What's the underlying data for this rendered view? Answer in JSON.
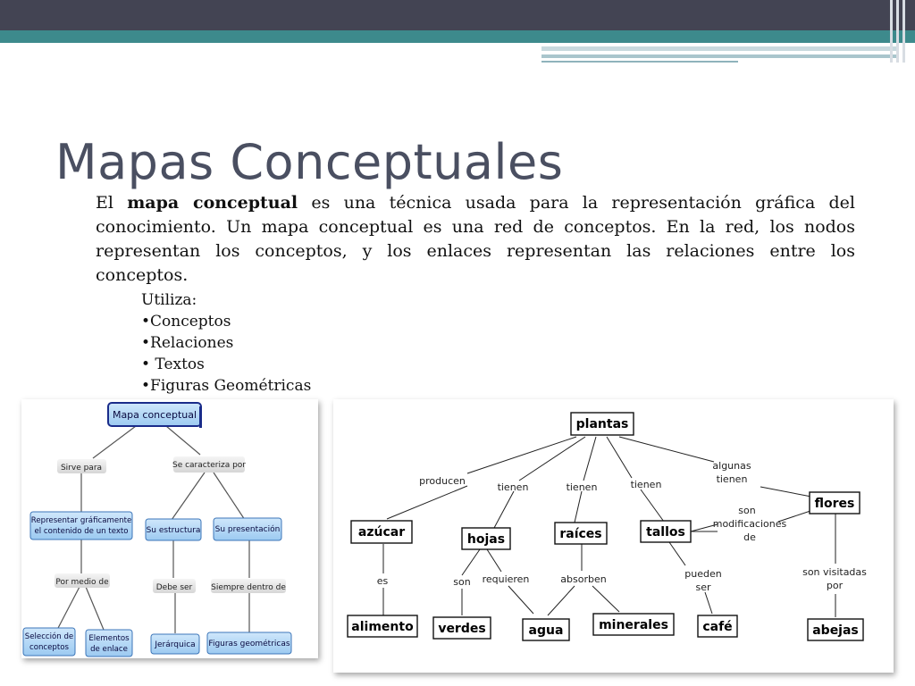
{
  "slide": {
    "title": "Mapas Conceptuales",
    "para_el": "El ",
    "para_bold": "mapa conceptual",
    "para_rest": " es una técnica usada para la representación gráfica del conocimiento. Un mapa conceptual es una red de conceptos. En la red, los nodos representan los conceptos, y los enlaces representan las relaciones entre los conceptos.",
    "list_head": "Utiliza:",
    "list_items": [
      "•Conceptos",
      "•Relaciones",
      "• Textos",
      "•Figuras Geométricas"
    ]
  },
  "left_map": {
    "root": "Mapa conceptual",
    "link_left": "Sirve para",
    "link_right": "Se caracteriza por",
    "node_represent_1": "Representar gráficamente",
    "node_represent_2": "el contenido de un texto",
    "node_estructura": "Su estructura",
    "node_presentacion": "Su presentación",
    "link_medio": "Por medio de",
    "link_debe": "Debe ser",
    "link_siempre": "Siempre dentro de",
    "node_seleccion_1": "Selección de",
    "node_seleccion_2": "conceptos",
    "node_elementos_1": "Elementos",
    "node_elementos_2": "de enlace",
    "node_jerarquica": "Jerárquica",
    "node_figuras": "Figuras geométricas"
  },
  "right_map": {
    "plantas": "plantas",
    "producen": "producen",
    "tienen1": "tienen",
    "tienen2": "tienen",
    "tienen3": "tienen",
    "algunas": "algunas",
    "algunas_tienen": "tienen",
    "azucar": "azúcar",
    "hojas": "hojas",
    "raices": "raíces",
    "tallos": "tallos",
    "flores": "flores",
    "son_mod_1": "son",
    "son_mod_2": "modificaciones",
    "son_mod_3": "de",
    "es": "es",
    "son": "son",
    "requieren": "requieren",
    "absorben": "absorben",
    "pueden": "pueden",
    "ser": "ser",
    "son_visitadas": "son visitadas",
    "por": "por",
    "alimento": "alimento",
    "verdes": "verdes",
    "agua": "agua",
    "minerales": "minerales",
    "cafe": "café",
    "abejas": "abejas"
  }
}
